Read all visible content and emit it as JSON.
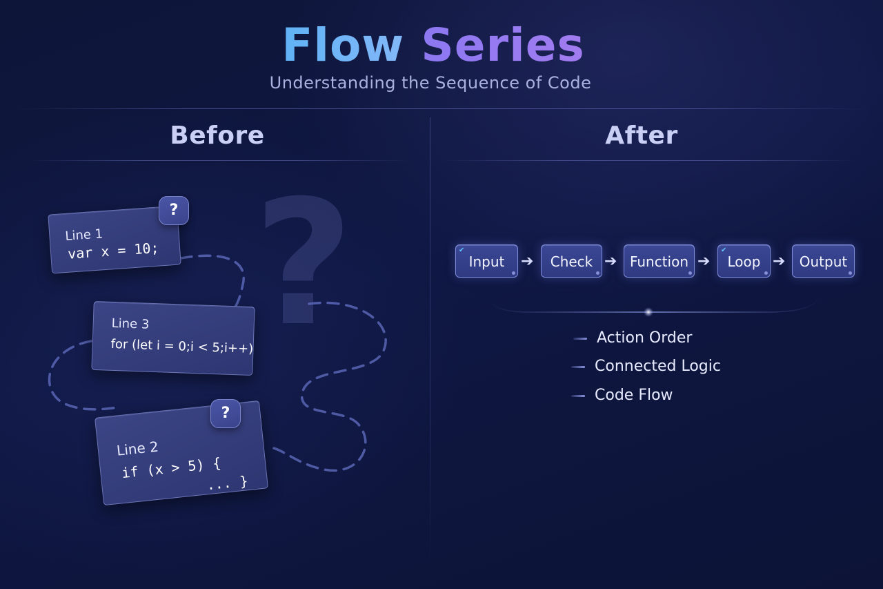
{
  "header": {
    "title_part1": "Flow",
    "title_part2": "Series",
    "subtitle": "Understanding the Sequence of Code"
  },
  "before": {
    "heading": "Before",
    "cards": [
      {
        "label": "Line 1",
        "code": "var x = 10;",
        "has_question_badge": true
      },
      {
        "label": "Line 3",
        "code": "for (let i = 0;i < 5;i++)",
        "has_question_badge": false
      },
      {
        "label": "Line 2",
        "code": "if (x > 5) {\n          ... }",
        "has_question_badge": true
      }
    ],
    "badge_symbol": "?",
    "background_symbol": "?"
  },
  "after": {
    "heading": "After",
    "flow_nodes": [
      "Input",
      "Check",
      "Function",
      "Loop",
      "Output"
    ],
    "arrow_symbol": "➔",
    "legend": [
      "Action Order",
      "Connected Logic",
      "Code Flow"
    ]
  },
  "colors": {
    "background": "#0f1844",
    "title_gradient_1": "#5fb2f6",
    "title_gradient_2": "#a17cf0",
    "card_fill": "#343d7b",
    "node_fill": "#36428d",
    "dashed_path": "#5a66b6"
  }
}
